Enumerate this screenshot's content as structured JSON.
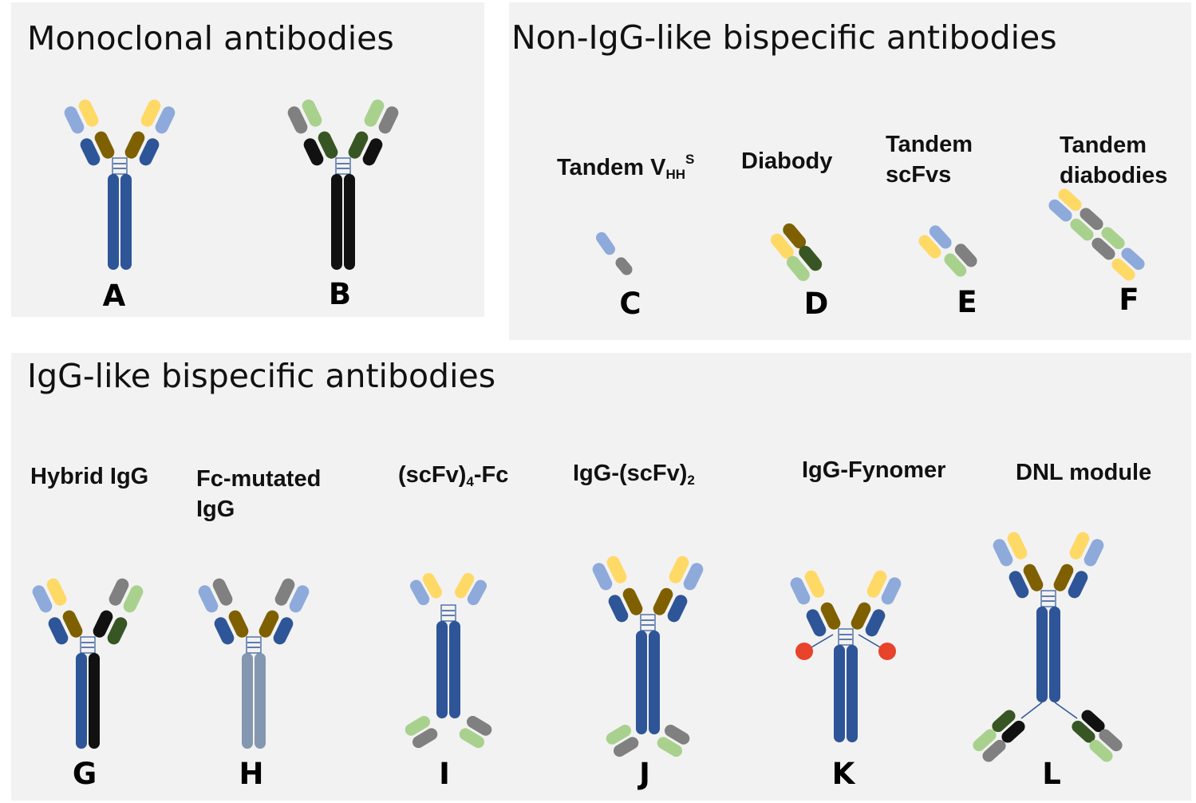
{
  "panels": {
    "monoclonal": {
      "title": "Monoclonal antibodies"
    },
    "non_igg": {
      "title": "Non-IgG-like bispecific antibodies"
    },
    "igg_like": {
      "title": "IgG-like bispecific antibodies"
    }
  },
  "labels": {
    "tandem_vhh": {
      "base": "Tandem V",
      "sub": "HH",
      "sup": "S"
    },
    "diabody": "Diabody",
    "tandem_scfvs": [
      "Tandem",
      "scFvs"
    ],
    "tandem_diabodies": [
      "Tandem",
      "diabodies"
    ],
    "hybrid_igg": "Hybrid IgG",
    "fc_mutated_igg": [
      "Fc-mutated",
      "IgG"
    ],
    "scfv4_fc": {
      "pre": "(scFv)",
      "sub": "4",
      "post": "-Fc"
    },
    "igg_scfv2": {
      "pre": "IgG-(scFv)",
      "sub": "2"
    },
    "igg_fynomer": "IgG-Fynomer",
    "dnl_module": "DNL module"
  },
  "letters": [
    "A",
    "B",
    "C",
    "D",
    "E",
    "F",
    "G",
    "H",
    "I",
    "J",
    "K",
    "L"
  ],
  "colors": {
    "panel_bg": "#f2f2f2",
    "dark_blue": "#2e5597",
    "light_blue": "#8eaadb",
    "yellow": "#ffd966",
    "olive": "#7f6000",
    "gray": "#808080",
    "black": "#111111",
    "light_green": "#a9d18e",
    "dark_green": "#375623",
    "steel_gray": "#8497b0",
    "fynomer_red": "#e8432b"
  }
}
